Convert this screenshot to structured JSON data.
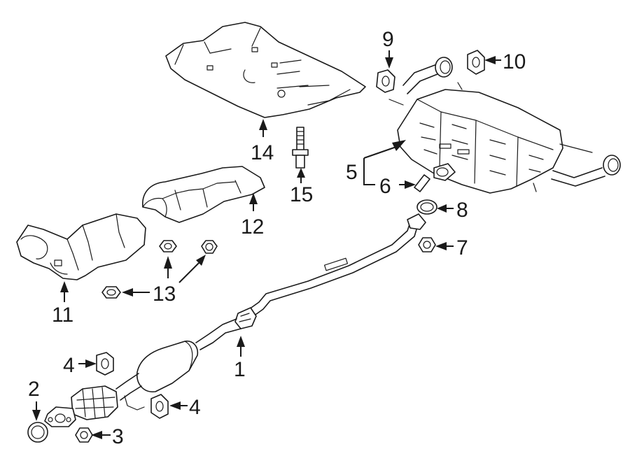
{
  "callouts": [
    {
      "id": "1",
      "label": "1"
    },
    {
      "id": "2",
      "label": "2"
    },
    {
      "id": "3",
      "label": "3"
    },
    {
      "id": "4a",
      "label": "4"
    },
    {
      "id": "4b",
      "label": "4"
    },
    {
      "id": "5",
      "label": "5"
    },
    {
      "id": "6",
      "label": "6"
    },
    {
      "id": "7",
      "label": "7"
    },
    {
      "id": "8",
      "label": "8"
    },
    {
      "id": "9",
      "label": "9"
    },
    {
      "id": "10",
      "label": "10"
    },
    {
      "id": "11",
      "label": "11"
    },
    {
      "id": "12",
      "label": "12"
    },
    {
      "id": "13",
      "label": "13"
    },
    {
      "id": "14",
      "label": "14"
    },
    {
      "id": "15",
      "label": "15"
    }
  ]
}
